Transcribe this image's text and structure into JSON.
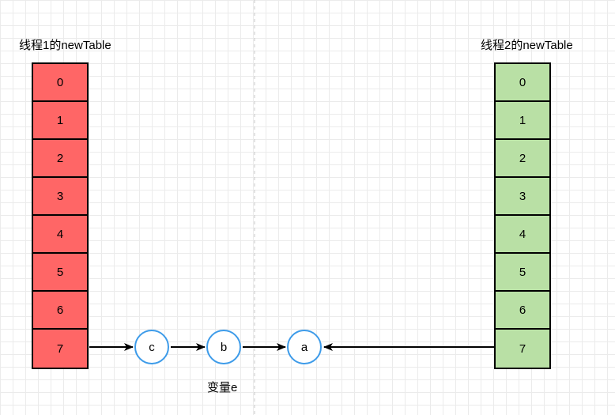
{
  "thread1": {
    "title": "线程1的newTable",
    "color": "#ff6666",
    "cells": [
      "0",
      "1",
      "2",
      "3",
      "4",
      "5",
      "6",
      "7"
    ]
  },
  "thread2": {
    "title": "线程2的newTable",
    "color": "#b9e0a5",
    "cells": [
      "0",
      "1",
      "2",
      "3",
      "4",
      "5",
      "6",
      "7"
    ]
  },
  "nodes": {
    "c": "c",
    "b": "b",
    "a": "a",
    "stroke_color": "#3d9be9"
  },
  "variable_label": "变量e",
  "edges": [
    {
      "from": "thread1-cell-7",
      "to": "node-c"
    },
    {
      "from": "node-c",
      "to": "node-b"
    },
    {
      "from": "node-b",
      "to": "node-a"
    },
    {
      "from": "thread2-cell-7",
      "to": "node-a"
    }
  ]
}
